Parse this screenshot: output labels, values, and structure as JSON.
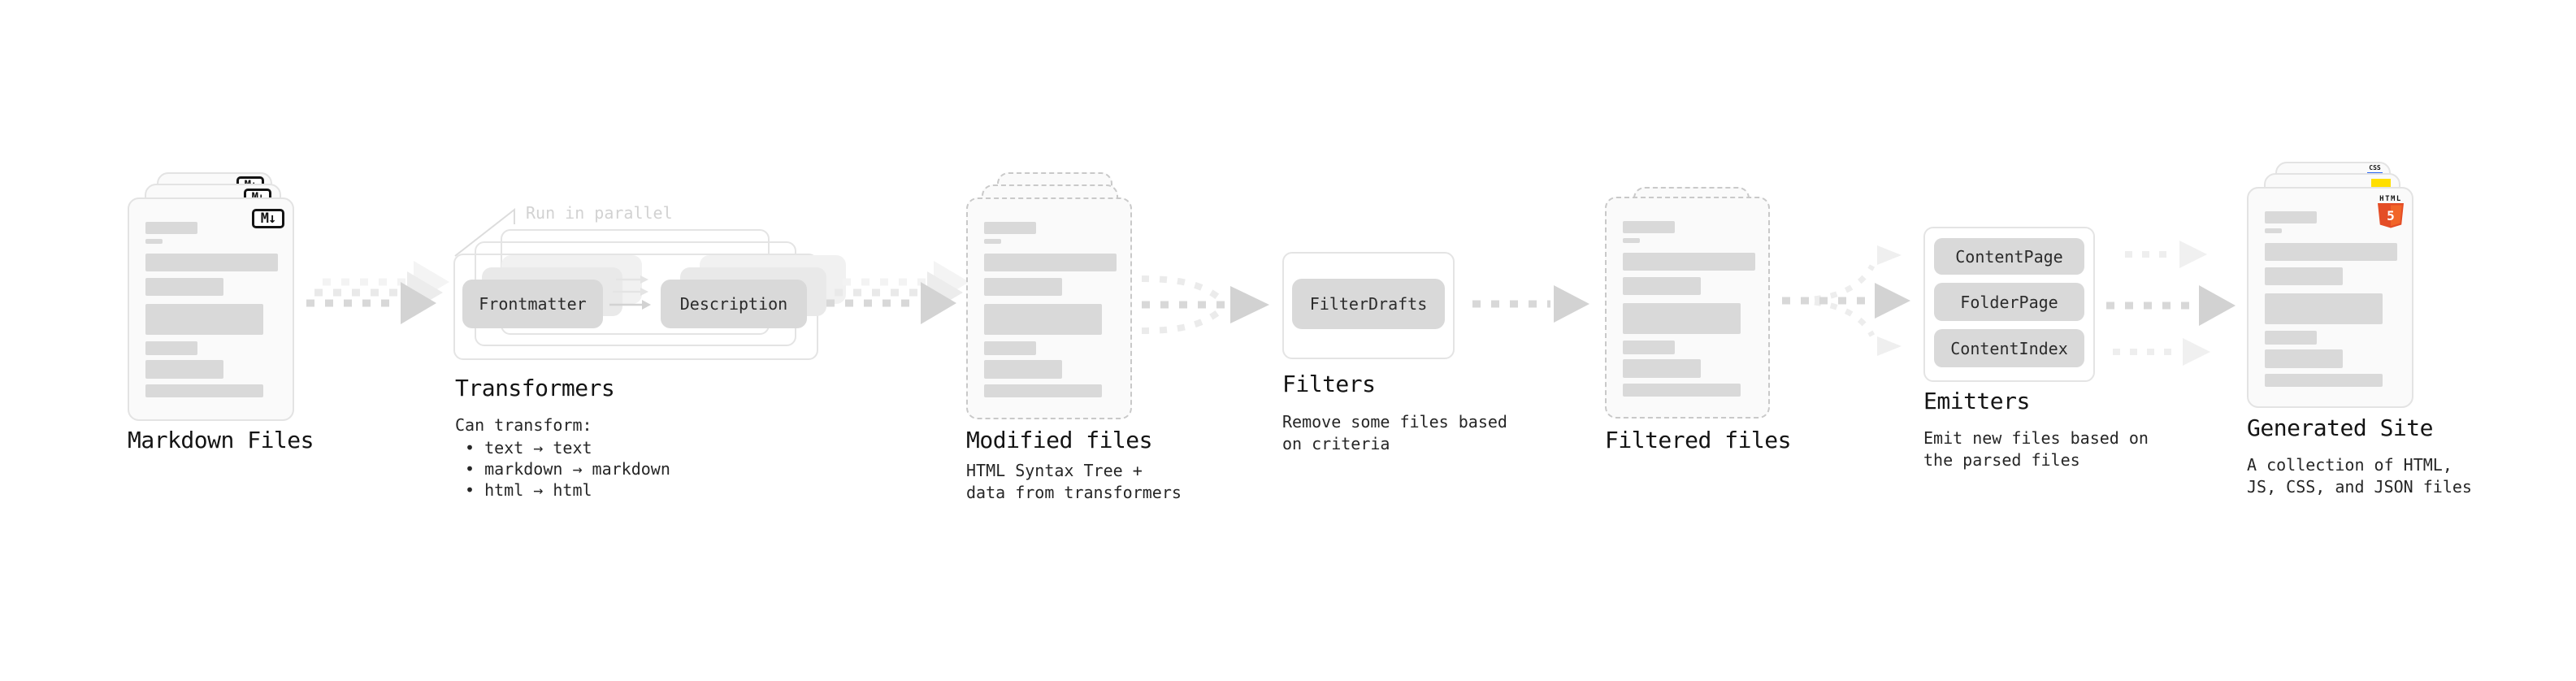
{
  "stages": {
    "markdown": {
      "title": "Markdown Files",
      "badge": "M↓"
    },
    "transformers": {
      "title": "Transformers",
      "note": "Run in parallel",
      "pill_a": "Frontmatter",
      "pill_b": "Description",
      "desc_heading": "Can transform:",
      "bullets": [
        "• text → text",
        "• markdown → markdown",
        "• html → html"
      ]
    },
    "modified": {
      "title": "Modified files",
      "desc_line1": "HTML Syntax Tree +",
      "desc_line2": "data from transformers"
    },
    "filters": {
      "title": "Filters",
      "pill": "FilterDrafts",
      "desc_line1": "Remove some files based",
      "desc_line2": "on criteria"
    },
    "filtered": {
      "title": "Filtered files"
    },
    "emitters": {
      "title": "Emitters",
      "pills": [
        "ContentPage",
        "FolderPage",
        "ContentIndex"
      ],
      "desc_line1": "Emit new files based on",
      "desc_line2": "the parsed files"
    },
    "generated": {
      "title": "Generated Site",
      "desc_line1": "A collection of HTML,",
      "desc_line2": "JS, CSS, and JSON files",
      "badge_html_text": "HTML",
      "badge_html_number": "5",
      "badge_css_text": "CSS"
    }
  },
  "colors": {
    "html5_orange": "#e44d26",
    "html5_orange_light": "#f16529",
    "js_yellow": "#ffdf00",
    "css_blue": "#2965f1",
    "card_bg": "#fafafa",
    "card_border": "#e3e3e3",
    "bar_gray": "#d9d9d9",
    "arrow_gray": "#d8d8d8",
    "arrow_light": "#ededed",
    "note_gray": "#d2d2d2"
  }
}
